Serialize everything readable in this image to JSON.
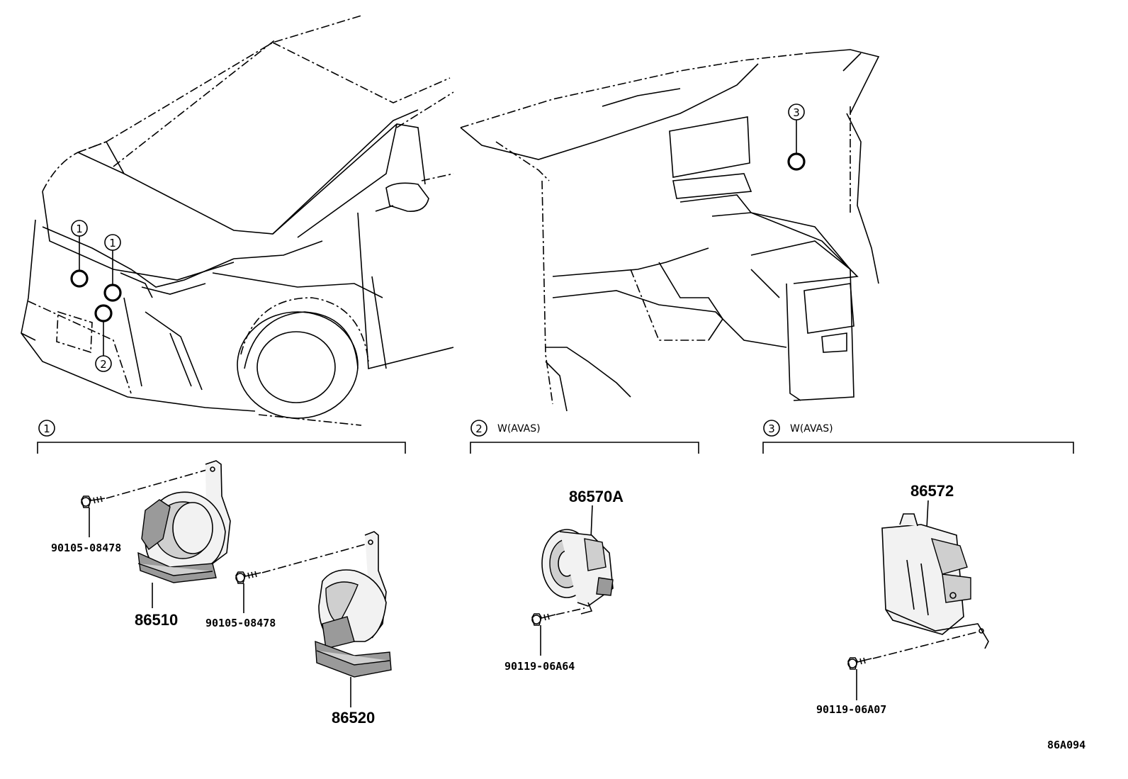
{
  "diagram_id": "86A094",
  "callouts": {
    "c1": "1",
    "c2": "2",
    "c3": "3"
  },
  "sections": [
    {
      "number": "1",
      "condition": ""
    },
    {
      "number": "2",
      "condition": "W(AVAS)"
    },
    {
      "number": "3",
      "condition": "W(AVAS)"
    }
  ],
  "parts": {
    "horn_high": "86510",
    "horn_low": "86520",
    "bolt_a": "90105-08478",
    "bolt_b": "90105-08478",
    "speaker": "86570A",
    "bolt_speaker": "90119-06A64",
    "controller": "86572",
    "bolt_controller": "90119-06A07"
  }
}
